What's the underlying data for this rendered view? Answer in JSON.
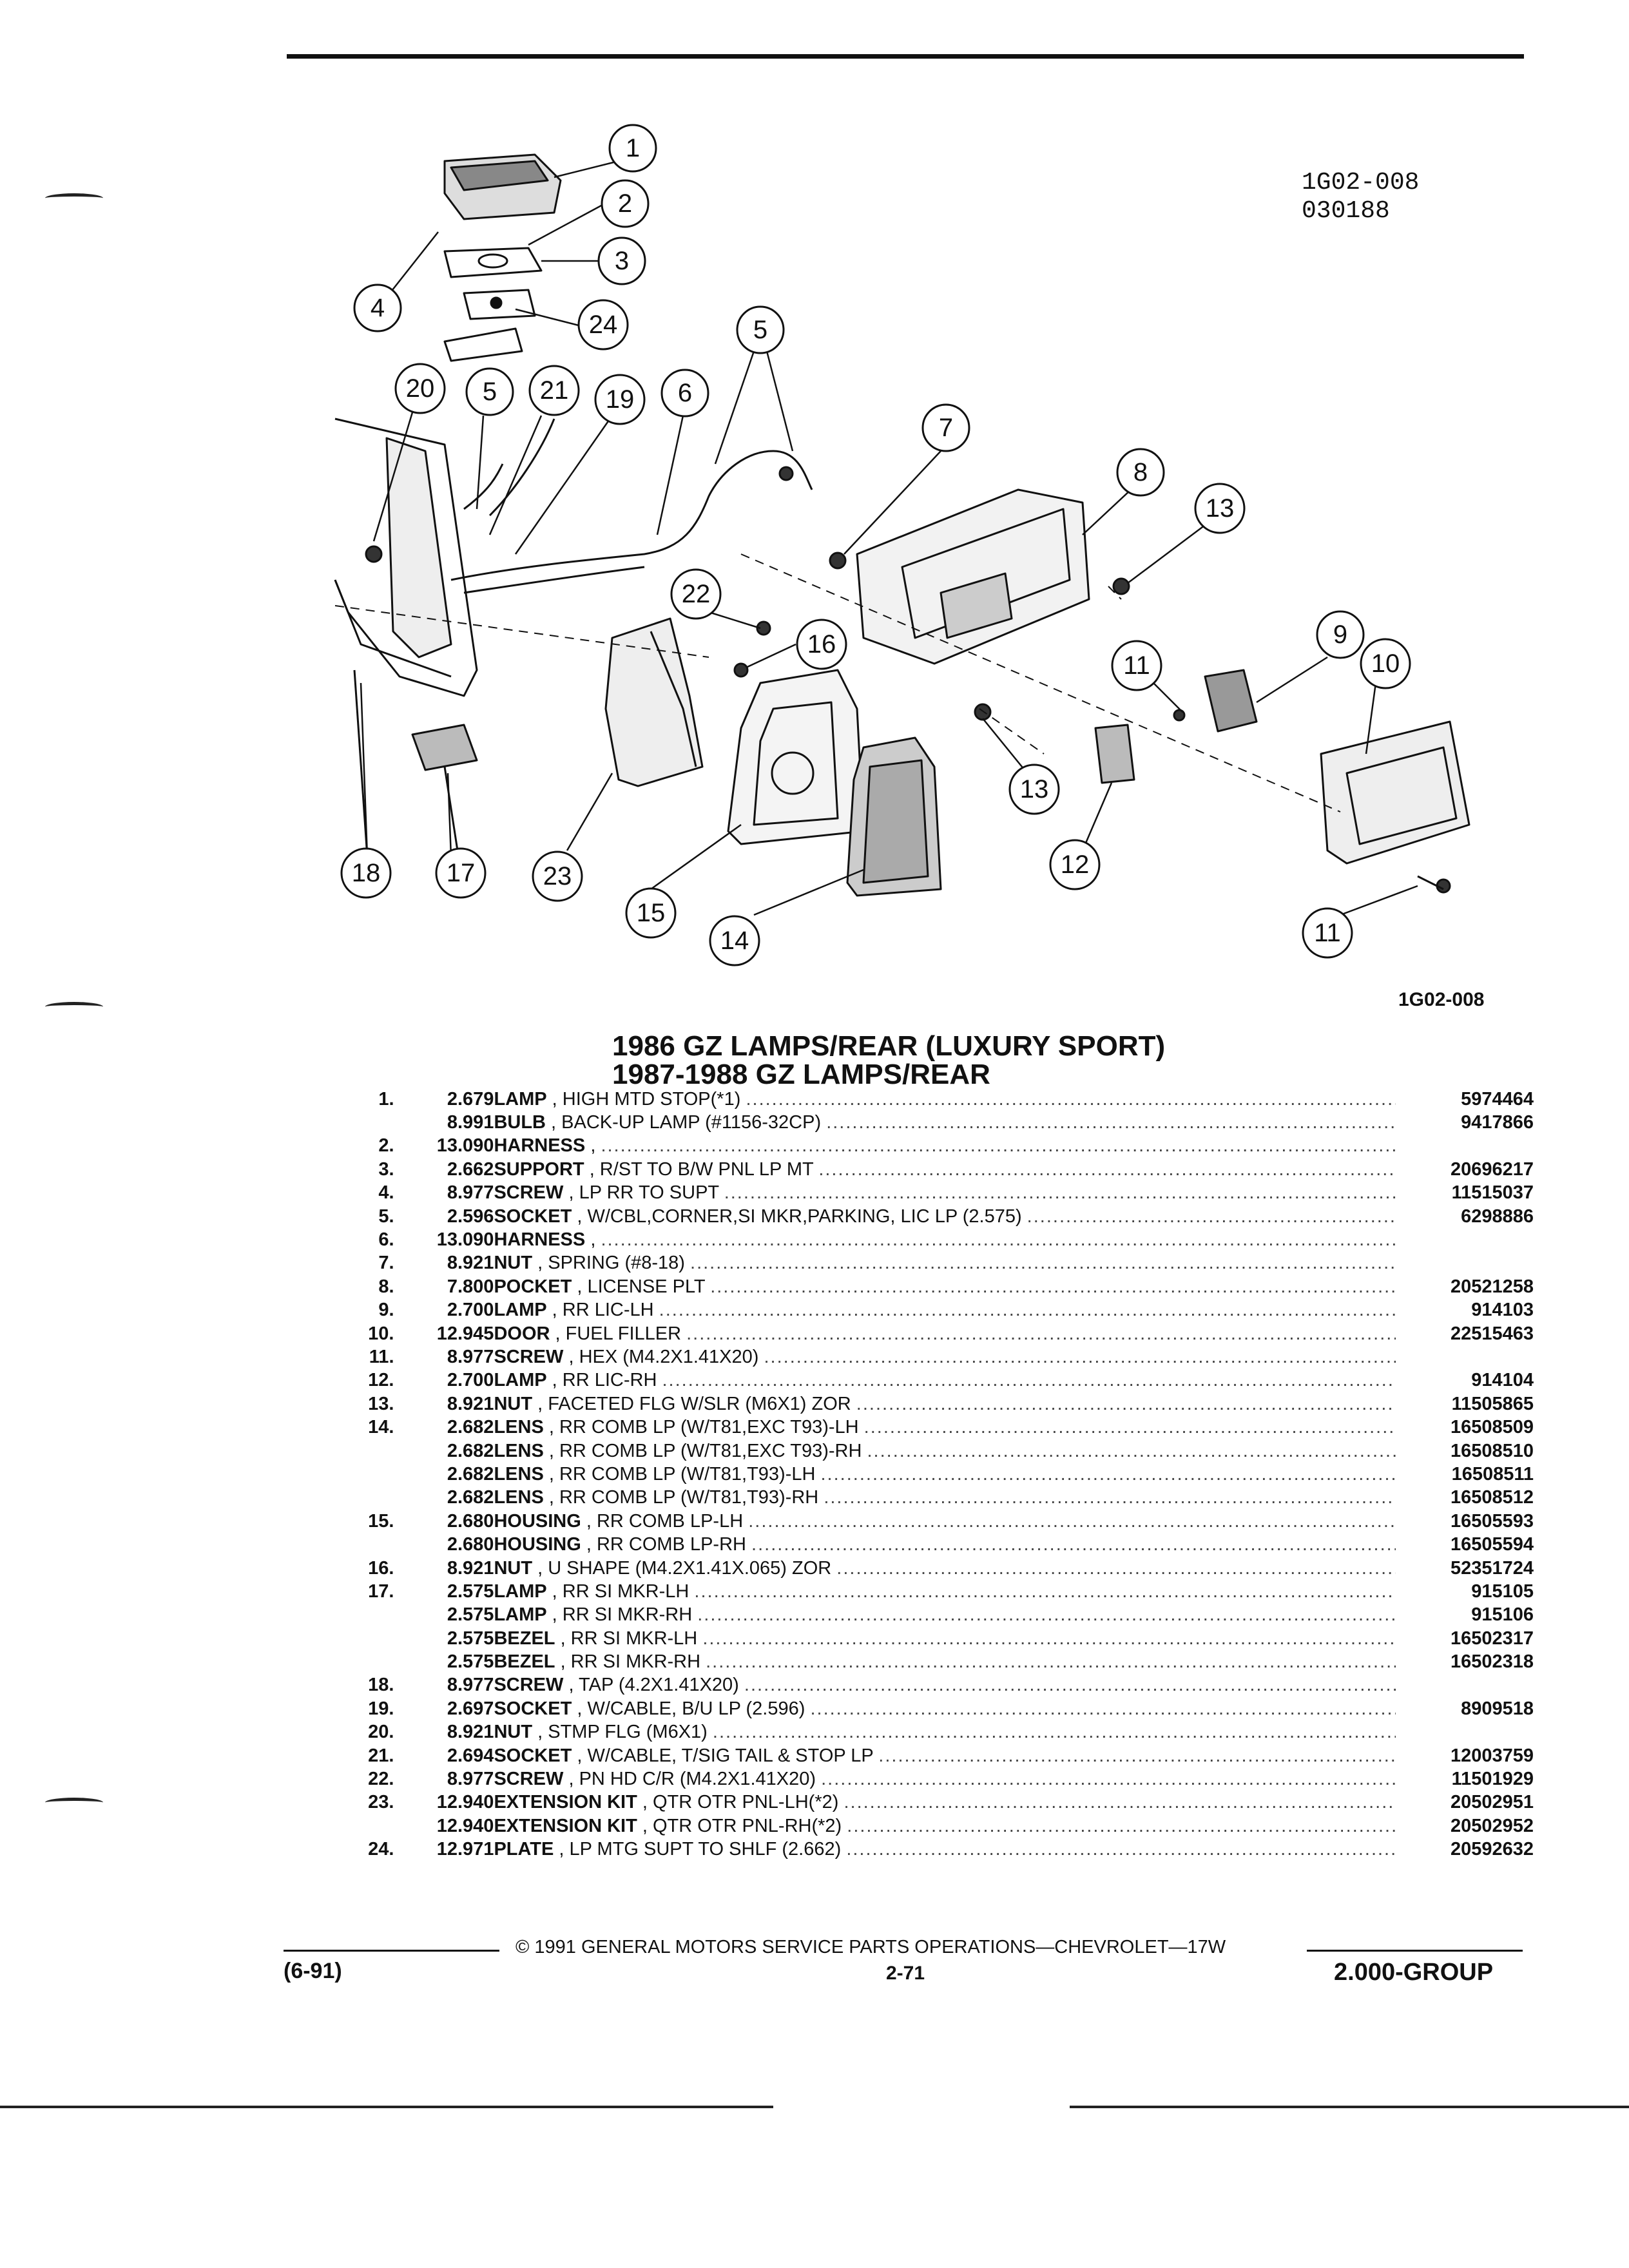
{
  "diagram": {
    "id_line1": "1G02-008",
    "id_line2": "030188",
    "figure_label": "1G02-008",
    "callouts": [
      "1",
      "2",
      "3",
      "4",
      "24",
      "5",
      "20",
      "5",
      "21",
      "19",
      "6",
      "7",
      "8",
      "13",
      "22",
      "16",
      "9",
      "11",
      "10",
      "18",
      "17",
      "23",
      "15",
      "14",
      "13",
      "12",
      "11"
    ]
  },
  "title": {
    "line1": "1986 GZ LAMPS/REAR (LUXURY SPORT)",
    "line2": "1987-1988 GZ LAMPS/REAR"
  },
  "parts": [
    {
      "ref": "1.",
      "group": "2.679",
      "name": "LAMP",
      "desc": ", HIGH MTD STOP(*1)",
      "part_no": "5974464"
    },
    {
      "ref": "",
      "group": "8.991",
      "name": "BULB",
      "desc": ", BACK-UP LAMP (#1156-32CP)",
      "part_no": "9417866"
    },
    {
      "ref": "2.",
      "group": "13.090",
      "name": "HARNESS",
      "desc": ",",
      "part_no": ""
    },
    {
      "ref": "3.",
      "group": "2.662",
      "name": "SUPPORT",
      "desc": ", R/ST TO B/W PNL LP MT",
      "part_no": "20696217"
    },
    {
      "ref": "4.",
      "group": "8.977",
      "name": "SCREW",
      "desc": ", LP RR TO SUPT",
      "part_no": "11515037"
    },
    {
      "ref": "5.",
      "group": "2.596",
      "name": "SOCKET",
      "desc": ", W/CBL,CORNER,SI MKR,PARKING, LIC LP (2.575)",
      "part_no": "6298886"
    },
    {
      "ref": "6.",
      "group": "13.090",
      "name": "HARNESS",
      "desc": ",",
      "part_no": ""
    },
    {
      "ref": "7.",
      "group": "8.921",
      "name": "NUT",
      "desc": ", SPRING (#8-18)",
      "part_no": ""
    },
    {
      "ref": "8.",
      "group": "7.800",
      "name": "POCKET",
      "desc": ", LICENSE PLT",
      "part_no": "20521258"
    },
    {
      "ref": "9.",
      "group": "2.700",
      "name": "LAMP",
      "desc": ", RR LIC-LH",
      "part_no": "914103"
    },
    {
      "ref": "10.",
      "group": "12.945",
      "name": "DOOR",
      "desc": ", FUEL FILLER",
      "part_no": "22515463"
    },
    {
      "ref": "11.",
      "group": "8.977",
      "name": "SCREW",
      "desc": ", HEX (M4.2X1.41X20)",
      "part_no": ""
    },
    {
      "ref": "12.",
      "group": "2.700",
      "name": "LAMP",
      "desc": ", RR LIC-RH",
      "part_no": "914104"
    },
    {
      "ref": "13.",
      "group": "8.921",
      "name": "NUT",
      "desc": ", FACETED FLG W/SLR (M6X1) ZOR",
      "part_no": "11505865"
    },
    {
      "ref": "14.",
      "group": "2.682",
      "name": "LENS",
      "desc": ", RR COMB LP (W/T81,EXC T93)-LH",
      "part_no": "16508509"
    },
    {
      "ref": "",
      "group": "2.682",
      "name": "LENS",
      "desc": ", RR COMB LP (W/T81,EXC T93)-RH",
      "part_no": "16508510"
    },
    {
      "ref": "",
      "group": "2.682",
      "name": "LENS",
      "desc": ", RR COMB LP (W/T81,T93)-LH",
      "part_no": "16508511"
    },
    {
      "ref": "",
      "group": "2.682",
      "name": "LENS",
      "desc": ", RR COMB LP (W/T81,T93)-RH",
      "part_no": "16508512"
    },
    {
      "ref": "15.",
      "group": "2.680",
      "name": "HOUSING",
      "desc": ", RR COMB LP-LH",
      "part_no": "16505593"
    },
    {
      "ref": "",
      "group": "2.680",
      "name": "HOUSING",
      "desc": ", RR COMB LP-RH",
      "part_no": "16505594"
    },
    {
      "ref": "16.",
      "group": "8.921",
      "name": "NUT",
      "desc": ", U SHAPE (M4.2X1.41X.065) ZOR",
      "part_no": "52351724"
    },
    {
      "ref": "17.",
      "group": "2.575",
      "name": "LAMP",
      "desc": ", RR SI MKR-LH",
      "part_no": "915105"
    },
    {
      "ref": "",
      "group": "2.575",
      "name": "LAMP",
      "desc": ", RR SI MKR-RH",
      "part_no": "915106"
    },
    {
      "ref": "",
      "group": "2.575",
      "name": "BEZEL",
      "desc": ", RR SI MKR-LH",
      "part_no": "16502317"
    },
    {
      "ref": "",
      "group": "2.575",
      "name": "BEZEL",
      "desc": ", RR SI MKR-RH",
      "part_no": "16502318"
    },
    {
      "ref": "18.",
      "group": "8.977",
      "name": "SCREW",
      "desc": ", TAP (4.2X1.41X20)",
      "part_no": ""
    },
    {
      "ref": "19.",
      "group": "2.697",
      "name": "SOCKET",
      "desc": ", W/CABLE, B/U LP (2.596)",
      "part_no": "8909518"
    },
    {
      "ref": "20.",
      "group": "8.921",
      "name": "NUT",
      "desc": ", STMP FLG (M6X1)",
      "part_no": ""
    },
    {
      "ref": "21.",
      "group": "2.694",
      "name": "SOCKET",
      "desc": ", W/CABLE, T/SIG TAIL & STOP LP",
      "part_no": "12003759"
    },
    {
      "ref": "22.",
      "group": "8.977",
      "name": "SCREW",
      "desc": ", PN HD C/R (M4.2X1.41X20)",
      "part_no": "11501929"
    },
    {
      "ref": "23.",
      "group": "12.940",
      "name": "EXTENSION KIT",
      "desc": ", QTR OTR PNL-LH(*2)",
      "part_no": "20502951"
    },
    {
      "ref": "",
      "group": "12.940",
      "name": "EXTENSION KIT",
      "desc": ", QTR OTR PNL-RH(*2)",
      "part_no": "20502952"
    },
    {
      "ref": "24.",
      "group": "12.971",
      "name": "PLATE",
      "desc": ", LP MTG SUPT TO SHLF (2.662)",
      "part_no": "20592632"
    }
  ],
  "footer": {
    "copyright": "© 1991 GENERAL MOTORS SERVICE PARTS OPERATIONS—CHEVROLET—17W",
    "revision": "(6-91)",
    "page": "2-71",
    "group": "2.000-GROUP"
  }
}
